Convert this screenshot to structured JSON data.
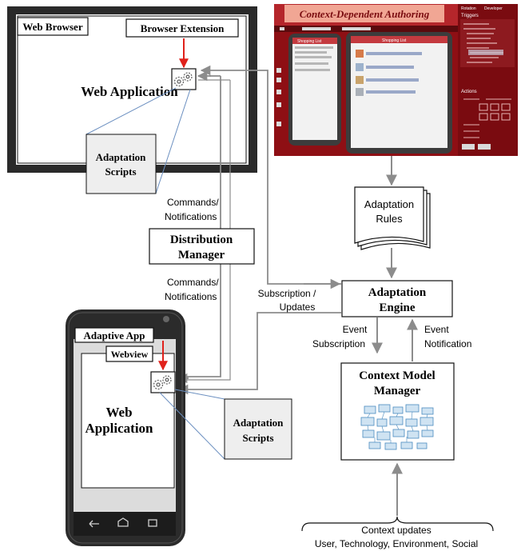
{
  "browser": {
    "label": "Web Browser",
    "extension_label": "Browser Extension",
    "app_label": "Web Application"
  },
  "scripts_top": {
    "line1": "Adaptation",
    "line2": "Scripts"
  },
  "scripts_bottom": {
    "line1": "Adaptation",
    "line2": "Scripts"
  },
  "authoring": {
    "title": "Context-Dependent Authoring",
    "panel_tabs": [
      "Rotation",
      "Developer"
    ],
    "triggers_label": "Triggers",
    "actions_label": "Actions",
    "shopping_list_label": "Shopping List"
  },
  "rules": {
    "line1": "Adaptation",
    "line2": "Rules"
  },
  "links": {
    "commands_top": {
      "line1": "Commands/",
      "line2": "Notifications"
    },
    "commands_bottom": {
      "line1": "Commands/",
      "line2": "Notifications"
    },
    "subscription": {
      "line1": "Subscription /",
      "line2": "Updates"
    },
    "event_subscription": {
      "line1": "Event",
      "line2": "Subscription"
    },
    "event_notification": {
      "line1": "Event",
      "line2": "Notification"
    }
  },
  "distribution": {
    "line1": "Distribution",
    "line2": "Manager"
  },
  "engine": {
    "line1": "Adaptation",
    "line2": "Engine"
  },
  "context_manager": {
    "line1": "Context Model",
    "line2": "Manager"
  },
  "phone": {
    "app_label": "Adaptive App",
    "webview_label": "Webview",
    "app_line1": "Web",
    "app_line2": "Application"
  },
  "context_updates": {
    "line1": "Context updates",
    "line2": "User, Technology, Environment, Social"
  },
  "colors": {
    "arrow_gray": "#8c8c8c",
    "red_arrow": "#e0211b",
    "authoring_red": "#8e0f14",
    "box_fill": "#efefef"
  }
}
